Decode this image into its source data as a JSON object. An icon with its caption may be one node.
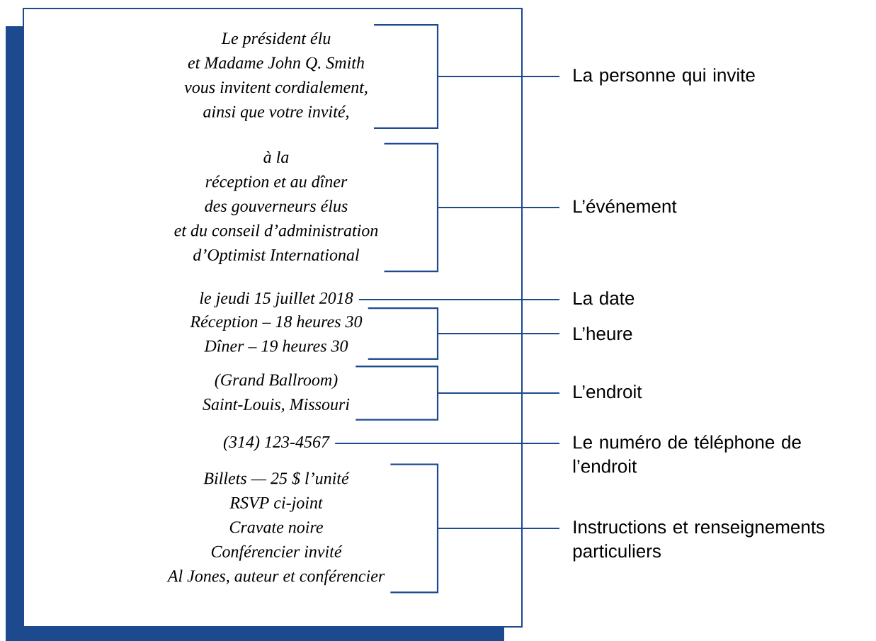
{
  "diagram": {
    "nodes": [
      {
        "text": [],
        "shape": "box"
      },
      {
        "text": [
          "Le président élu",
          "et Madame John Q. Smith",
          "vous invitent cordialement,",
          "ainsi que votre invité,"
        ],
        "in": 0
      },
      {
        "text": [
          "à la",
          "réception et au dîner",
          "des gouverneurs élus",
          "et du conseil d’administration",
          "d’Optimist International"
        ],
        "in": 0
      },
      {
        "text": [
          "le jeudi 15 juillet 2018"
        ],
        "in": 0
      },
      {
        "text": [
          "Réception – 18 heures 30",
          "Dîner – 19 heures 30"
        ],
        "in": 0
      },
      {
        "text": [
          "(Grand Ballroom)",
          "Saint-Louis, Missouri"
        ],
        "in": 0
      },
      {
        "text": [
          "(314) 123-4567"
        ],
        "in": 0
      },
      {
        "text": [
          "Billets — 25 $ l’unité",
          "RSVP ci-joint",
          "Cravate noire",
          "Conférencier invité",
          "Al Jones, auteur et conférencier"
        ],
        "in": 0
      },
      {
        "text": [
          "La personne qui invite"
        ]
      },
      {
        "text": [
          "L’événement"
        ]
      },
      {
        "text": [
          "La date"
        ]
      },
      {
        "text": [
          "L’heure"
        ]
      },
      {
        "text": [
          "L’endroit"
        ]
      },
      {
        "text": [
          "Le numéro de téléphone de l’endroit"
        ]
      },
      {
        "text": [
          "Instructions et renseignements particuliers"
        ]
      }
    ],
    "edges": [
      {
        "from": 8,
        "to": 1,
        "arrow": "none"
      },
      {
        "from": 9,
        "to": 2,
        "arrow": "none"
      },
      {
        "from": 10,
        "to": 3,
        "arrow": "none"
      },
      {
        "from": 11,
        "to": 4,
        "arrow": "none"
      },
      {
        "from": 12,
        "to": 5,
        "arrow": "none"
      },
      {
        "from": 13,
        "to": 6,
        "arrow": "none"
      },
      {
        "from": 14,
        "to": 7,
        "arrow": "none"
      }
    ]
  }
}
